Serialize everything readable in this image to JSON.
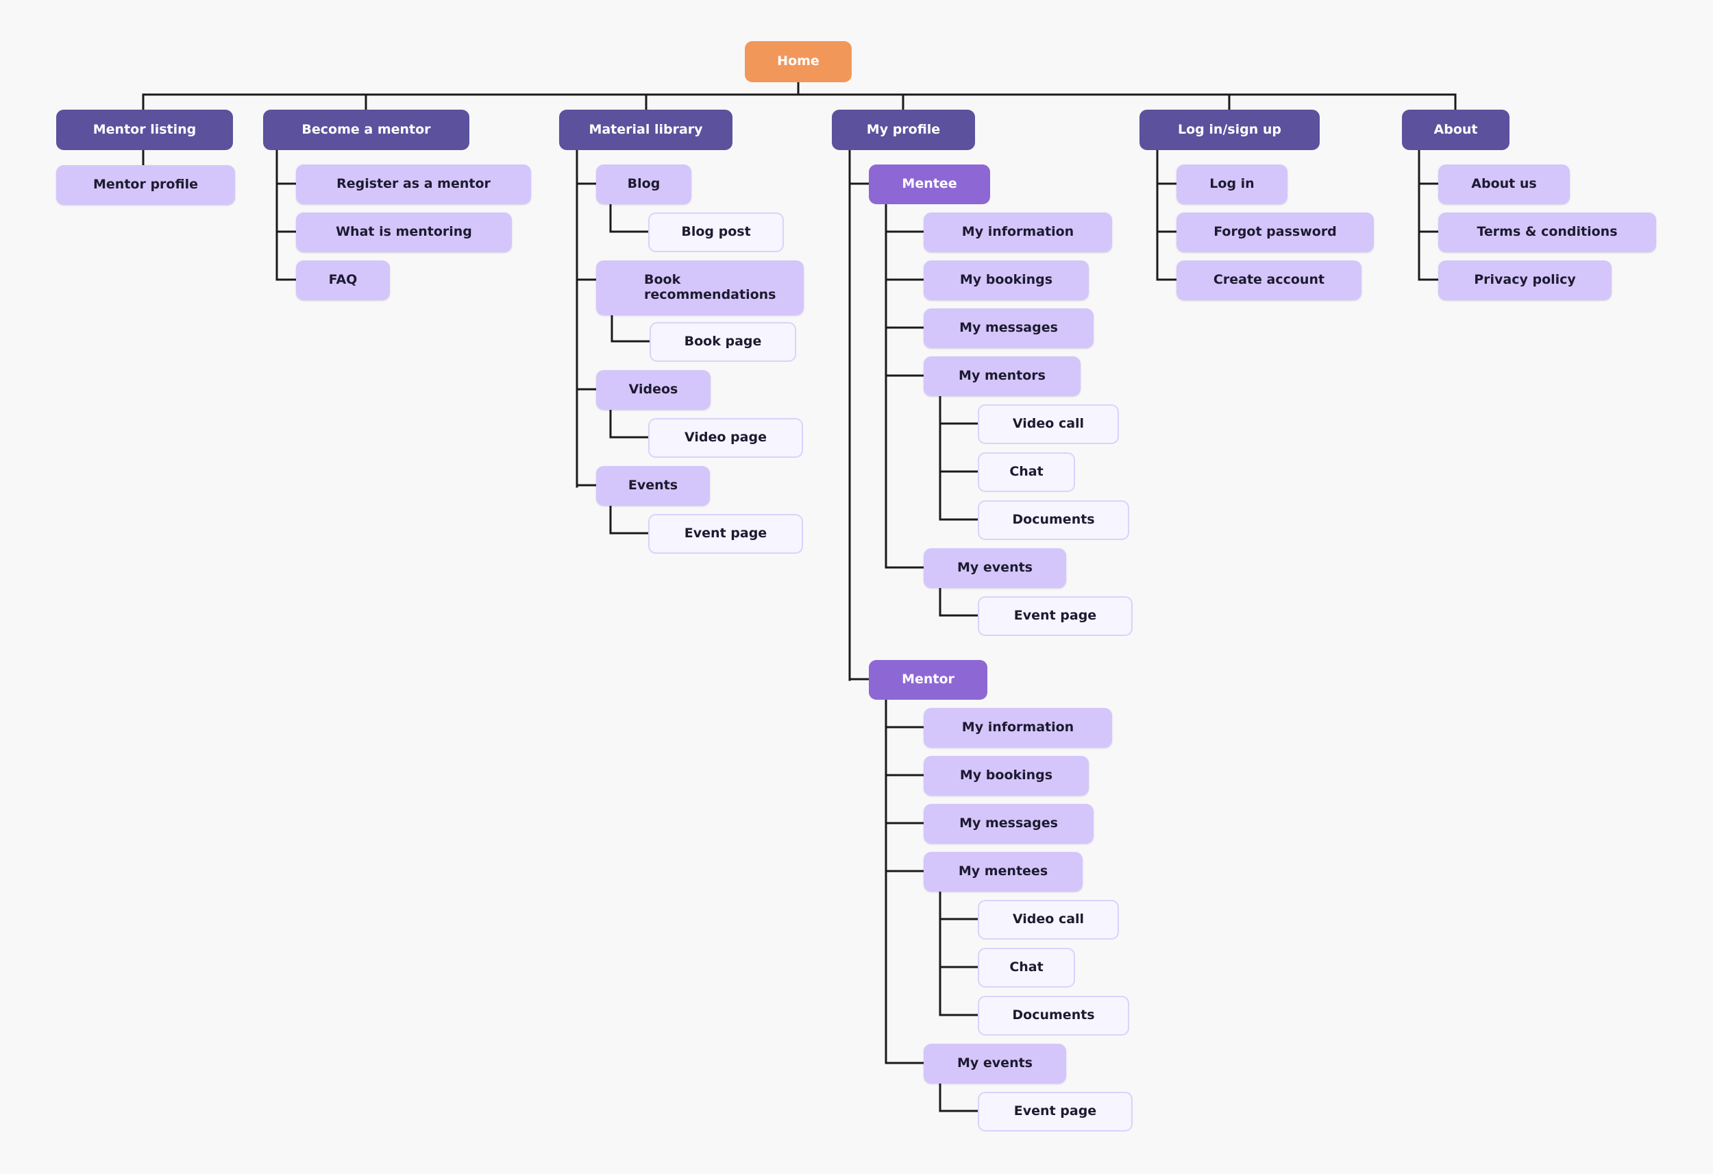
{
  "colors": {
    "background": "#f8f8f8",
    "root": "#f2975a",
    "level1": "#5b519d",
    "section": "#8d68d5",
    "level2": "#d4c6fa",
    "leaf": "#f7f5ff",
    "leaf_border": "#dbd2fb",
    "connector": "#1a1a1a"
  },
  "nodes": {
    "home": "Home",
    "mentor_listing": "Mentor listing",
    "mentor_profile": "Mentor profile",
    "become_mentor": "Become a mentor",
    "register_mentor": "Register as a mentor",
    "what_is_mentoring": "What is mentoring",
    "faq": "FAQ",
    "material_library": "Material library",
    "blog": "Blog",
    "blog_post": "Blog post",
    "book_recs_line1": "Book",
    "book_recs_line2": "recommendations",
    "book_page": "Book page",
    "videos": "Videos",
    "video_page": "Video page",
    "events": "Events",
    "event_page": "Event page",
    "my_profile": "My profile",
    "mentee": "Mentee",
    "mentee_info": "My information",
    "mentee_bookings": "My bookings",
    "mentee_messages": "My messages",
    "mentee_mentors": "My mentors",
    "mentee_video_call": "Video call",
    "mentee_chat": "Chat",
    "mentee_documents": "Documents",
    "mentee_events": "My events",
    "mentee_event_page": "Event page",
    "mentor": "Mentor",
    "mentor_info": "My information",
    "mentor_bookings": "My bookings",
    "mentor_messages": "My messages",
    "mentor_mentees": "My mentees",
    "mentor_video_call": "Video call",
    "mentor_chat": "Chat",
    "mentor_documents": "Documents",
    "mentor_events": "My events",
    "mentor_event_page": "Event page",
    "login_signup": "Log in/sign up",
    "log_in": "Log in",
    "forgot_password": "Forgot password",
    "create_account": "Create account",
    "about": "About",
    "about_us": "About us",
    "terms": "Terms & conditions",
    "privacy": "Privacy policy"
  }
}
